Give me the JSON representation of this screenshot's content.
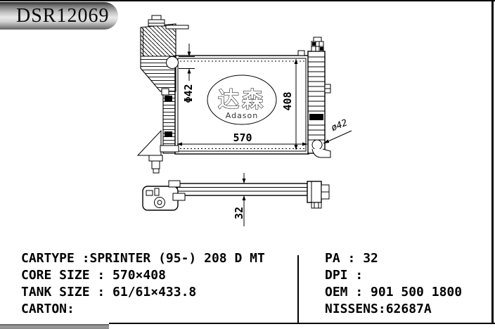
{
  "header": {
    "part_number": "DSR12069"
  },
  "logo": {
    "cjk": "达森",
    "latin": "Adason"
  },
  "drawing": {
    "dim_inlet_diameter": "Φ42",
    "dim_core_height": "408",
    "dim_core_width": "570",
    "dim_outlet_diameter": "ø42",
    "dim_core_thickness": "32"
  },
  "specs": {
    "left": [
      {
        "label": "CARTYPE :",
        "value": "SPRINTER (95-) 208 D MT"
      },
      {
        "label": "CORE SIZE : ",
        "value": "570×408"
      },
      {
        "label": "TANK SIZE : ",
        "value": "61/61×433.8"
      },
      {
        "label": "CARTON:",
        "value": ""
      }
    ],
    "right": [
      {
        "label": "PA : ",
        "value": "32"
      },
      {
        "label": "DPI :",
        "value": ""
      },
      {
        "label": "OEM : ",
        "value": "901 500 1800"
      },
      {
        "label": "NISSENS:",
        "value": "62687A"
      }
    ]
  },
  "colors": {
    "line": "#000000",
    "header_bar_light": "#e9e9e9",
    "header_bar_dark": "#2a2a2a",
    "footer_bar": "#9e9e9e"
  }
}
